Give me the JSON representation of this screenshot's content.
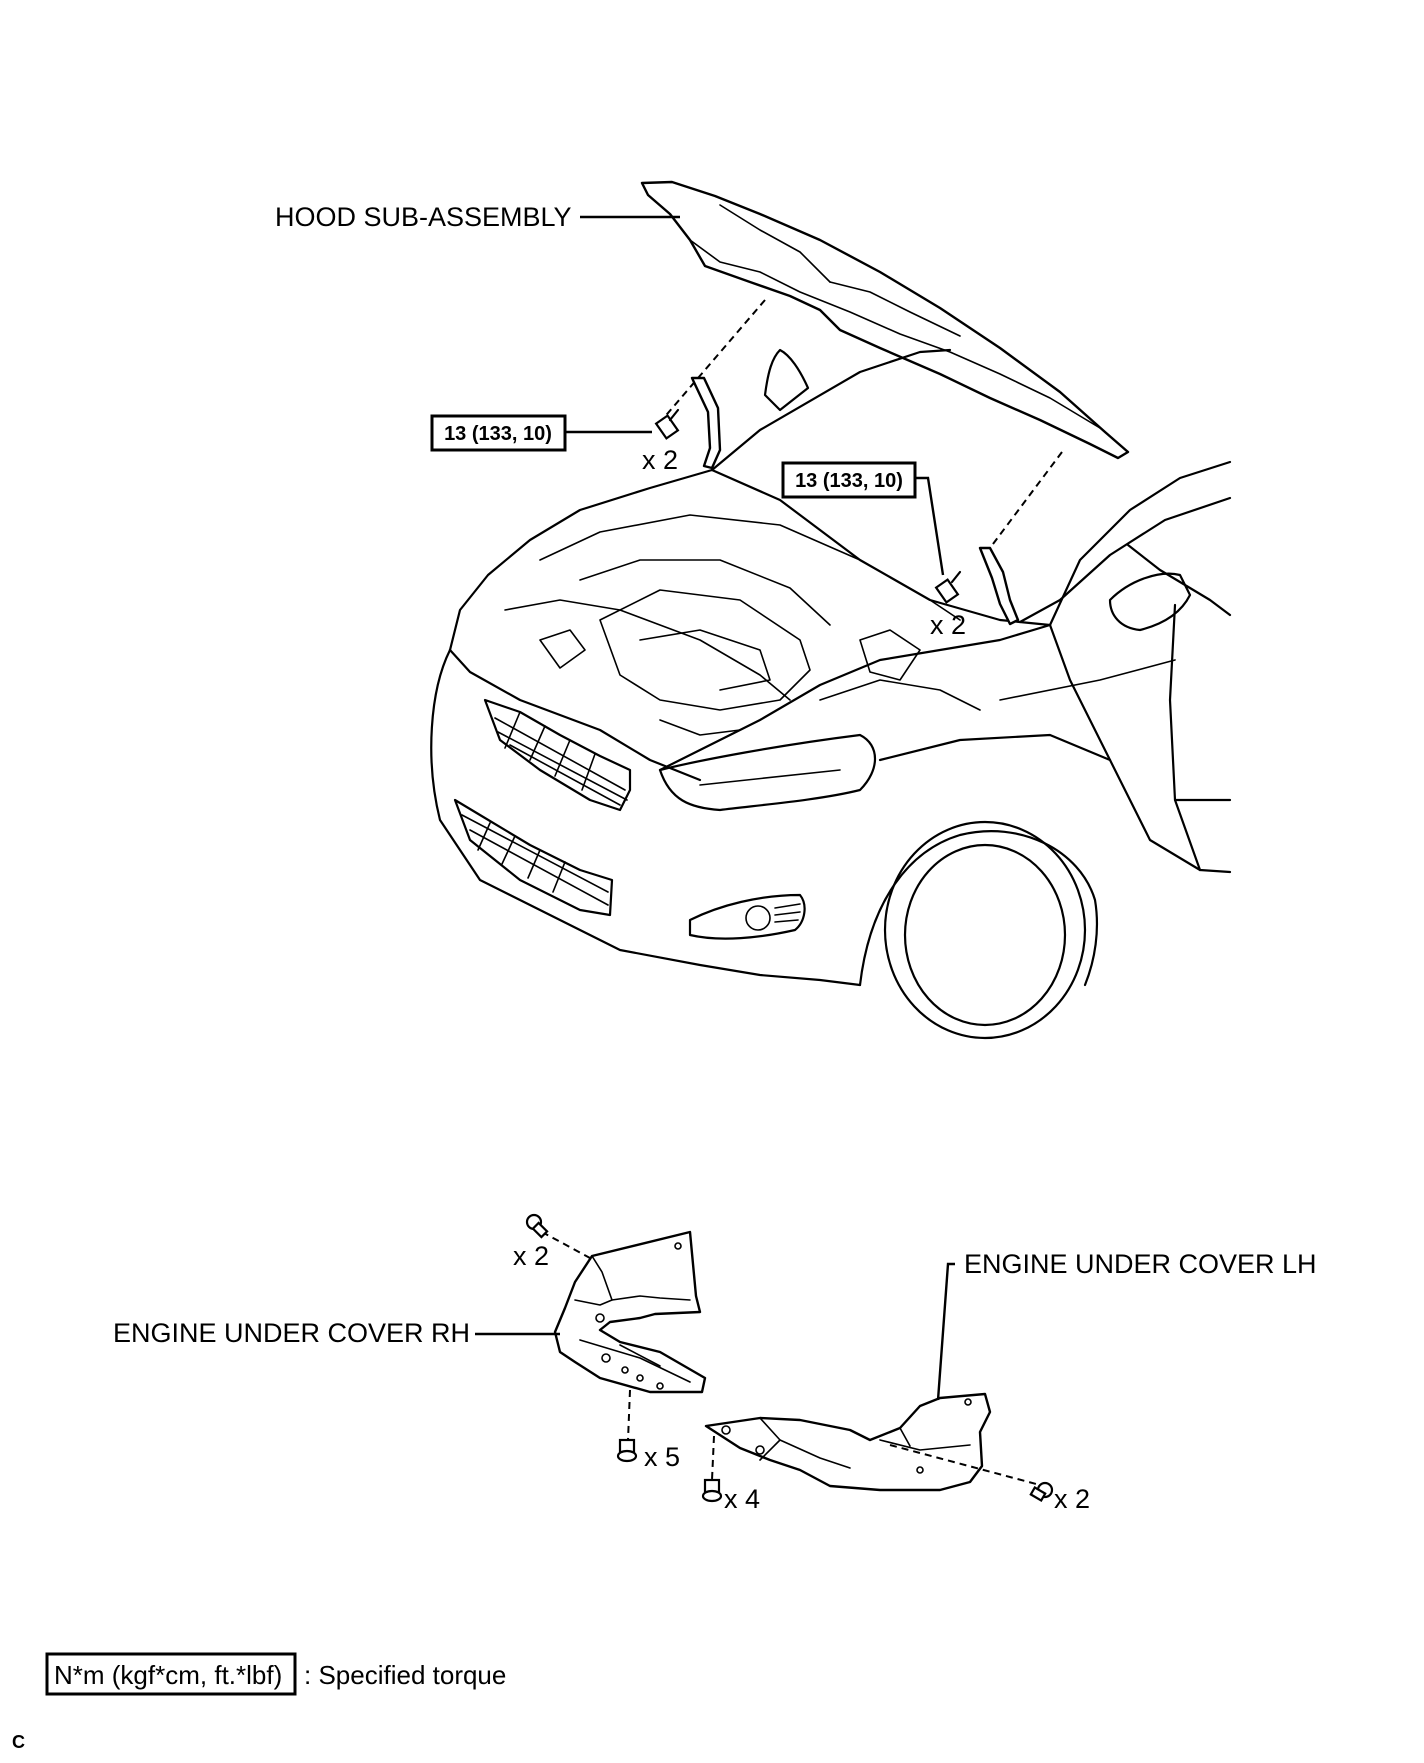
{
  "labels": {
    "hood": "HOOD SUB-ASSEMBLY",
    "under_cover_rh": "ENGINE UNDER COVER RH",
    "under_cover_lh": "ENGINE UNDER COVER LH"
  },
  "torque": {
    "left": "13 (133, 10)",
    "right": "13 (133, 10)"
  },
  "quantities": {
    "hood_bolt_left": "x 2",
    "hood_bolt_right": "x 2",
    "rh_top": "x 2",
    "rh_bottom": "x 5",
    "lh_left": "x 4",
    "lh_right": "x 2"
  },
  "legend": {
    "box_text": "N*m (kgf*cm, ft.*lbf)",
    "description": ": Specified torque"
  },
  "corner_mark": "C"
}
